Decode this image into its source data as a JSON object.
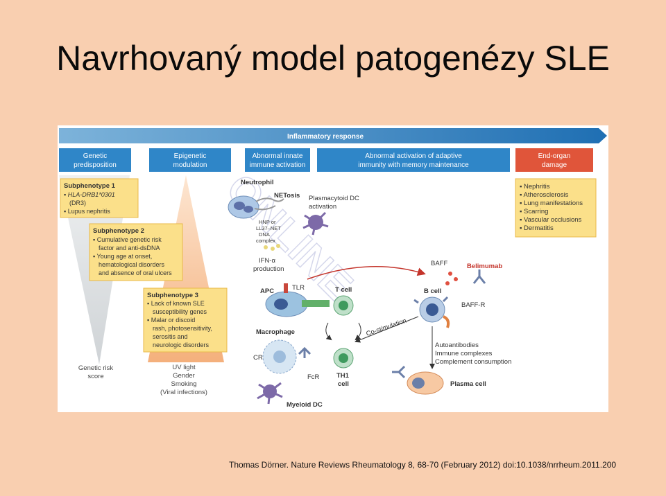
{
  "slide": {
    "title": "Navrhovaný model patogenézy SLE",
    "citation": "Thomas Dörner. Nature Reviews Rheumatology 8, 68-70 (February 2012)  doi:10.1038/nrrheum.2011.200"
  },
  "figure": {
    "banner": "Inflammatory response",
    "headers": [
      {
        "lines": [
          "Genetic",
          "predisposition"
        ],
        "color": "#2f86c8"
      },
      {
        "lines": [
          "Epigenetic",
          "modulation"
        ],
        "color": "#2f86c8"
      },
      {
        "lines": [
          "Abnormal innate",
          "immune activation"
        ],
        "color": "#2f86c8"
      },
      {
        "lines": [
          "Abnormal activation of adaptive",
          "immunity with memory maintenance"
        ],
        "color": "#2f86c8"
      },
      {
        "lines": [
          "End-organ",
          "damage"
        ],
        "color": "#e0553a"
      }
    ],
    "subphenotypes": [
      {
        "title": "Subphenotype 1",
        "items": [
          "HLA-DRB1*0301",
          "(DR3)",
          "Lupus nephritis"
        ]
      },
      {
        "title": "Subphenotype 2",
        "items": [
          "Cumulative genetic risk",
          "factor and anti-dsDNA",
          "Young age at onset,",
          "hematological disorders",
          "and absence of oral ulcers"
        ]
      },
      {
        "title": "Subphenotype 3",
        "items": [
          "Lack of known SLE",
          "susceptibility genes",
          "Malar or discoid",
          "rash, photosensitivity,",
          "serositis and",
          "neurologic disorders"
        ]
      }
    ],
    "genetic_risk_label": [
      "Genetic risk",
      "score"
    ],
    "environment_labels": [
      "UV light",
      "Gender",
      "Smoking",
      "(Viral infections)"
    ],
    "end_organ_items": [
      "Nephritis",
      "Atherosclerosis",
      "Lung manifestations",
      "Scarring",
      "Vascular occlusions",
      "Dermatitis"
    ],
    "cell_labels": {
      "neutrophil": "Neutrophil",
      "netosis": "NETosis",
      "pdc": [
        "Plasmacytoid DC",
        "activation"
      ],
      "hnp": [
        "HNP or",
        "LL37–NET",
        "DNA",
        "complex"
      ],
      "ifn": [
        "IFN-α",
        "production"
      ],
      "baff": "BAFF",
      "belimumab": "Belimumab",
      "apc": "APC",
      "tlr": "TLR",
      "tcell": "T cell",
      "bcell": "B cell",
      "baffr": "BAFF-R",
      "macrophage": "Macrophage",
      "costim": "Co-stimulation",
      "cr": "CR",
      "fcr": "FcR",
      "th1": [
        "TH1",
        "cell"
      ],
      "myeloid": "Myeloid DC",
      "plasma": "Plasma cell",
      "auto": [
        "Autoantibodies",
        "Immune complexes",
        "Complement consumption"
      ]
    },
    "watermark": "ONLINE"
  }
}
